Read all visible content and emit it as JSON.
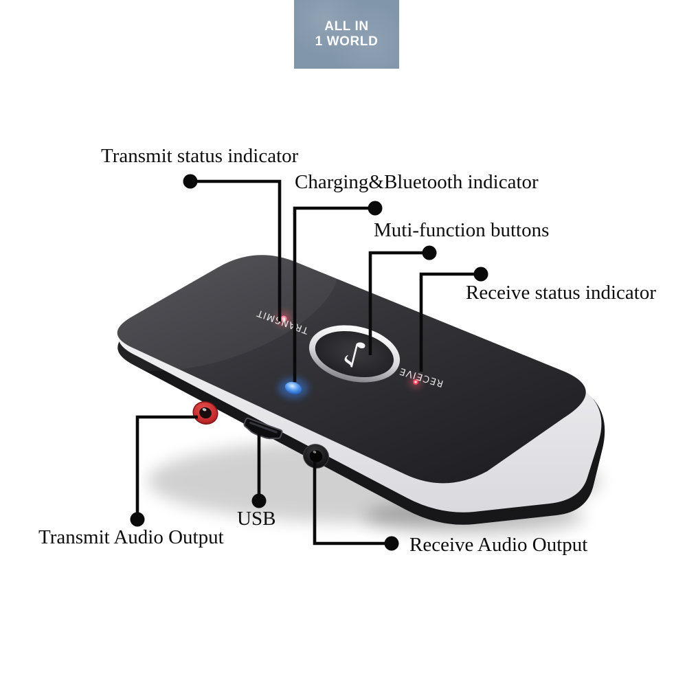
{
  "logo": {
    "line1": "ALL IN",
    "line2": "1 WORLD",
    "bg_color": "#8296aa"
  },
  "annotations": {
    "transmit_status": "Transmit status indicator",
    "charging_bluetooth": "Charging&Bluetooth indicator",
    "multi_function": "Muti-function buttons",
    "receive_status": "Receive status indicator",
    "usb": "USB",
    "transmit_audio": "Transmit Audio Output",
    "receive_audio": "Receive Audio Output"
  },
  "device": {
    "transmit_label": "TRANSMIT",
    "receive_label": "RECEIVE",
    "button_icon": "music-note",
    "button_glyph": "♪",
    "colors": {
      "body_dark": "#2c2c30",
      "side_band": "#ededf0",
      "jack_red": "#c62a2c",
      "led_blue": "#2f7ce0",
      "led_red": "#ff4d5e",
      "line_black": "#0a0a0a"
    }
  }
}
